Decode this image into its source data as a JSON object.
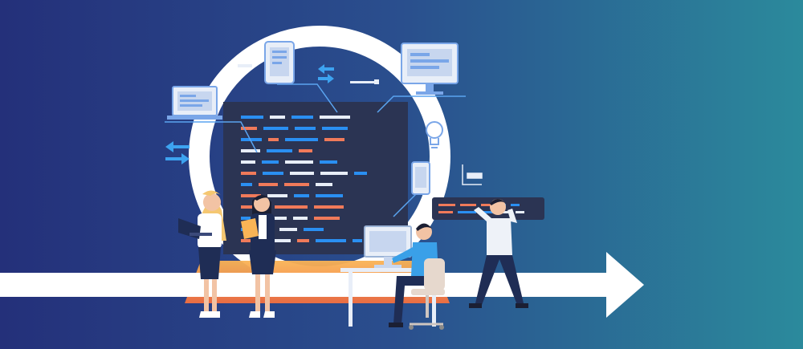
{
  "colors": {
    "bg_left": "#24307a",
    "bg_mid": "#2a4f8e",
    "bg_right": "#2b8a9c",
    "ring": "#ffffff",
    "code_panel": "#2b3453",
    "code_blue": "#2a8ff2",
    "code_orange": "#f07a5a",
    "code_white": "#e8eef8",
    "stage_orange": "#f36f40",
    "stage_yellow": "#f9b456",
    "device_fill": "#e8eef8",
    "device_stroke": "#7aa6e8",
    "accent_blue": "#3da3f0",
    "person_shirt_blue": "#3aa0e8",
    "person_navy": "#1f2d55",
    "skin": "#f2c3a4",
    "hair_dark": "#1b1f33",
    "hair_blonde": "#f5c771"
  },
  "scene": {
    "arrow_direction": "right",
    "icons": [
      "laptop-icon",
      "tablet-icon",
      "desktop-monitor-icon",
      "smartphone-icon",
      "lightbulb-icon",
      "swap-arrows-icon",
      "left-right-arrows-icon",
      "bar-chart-icon"
    ],
    "people": [
      "woman-with-laptop",
      "woman-with-tablet",
      "man-at-desk-computer",
      "man-holding-code-panel"
    ]
  }
}
